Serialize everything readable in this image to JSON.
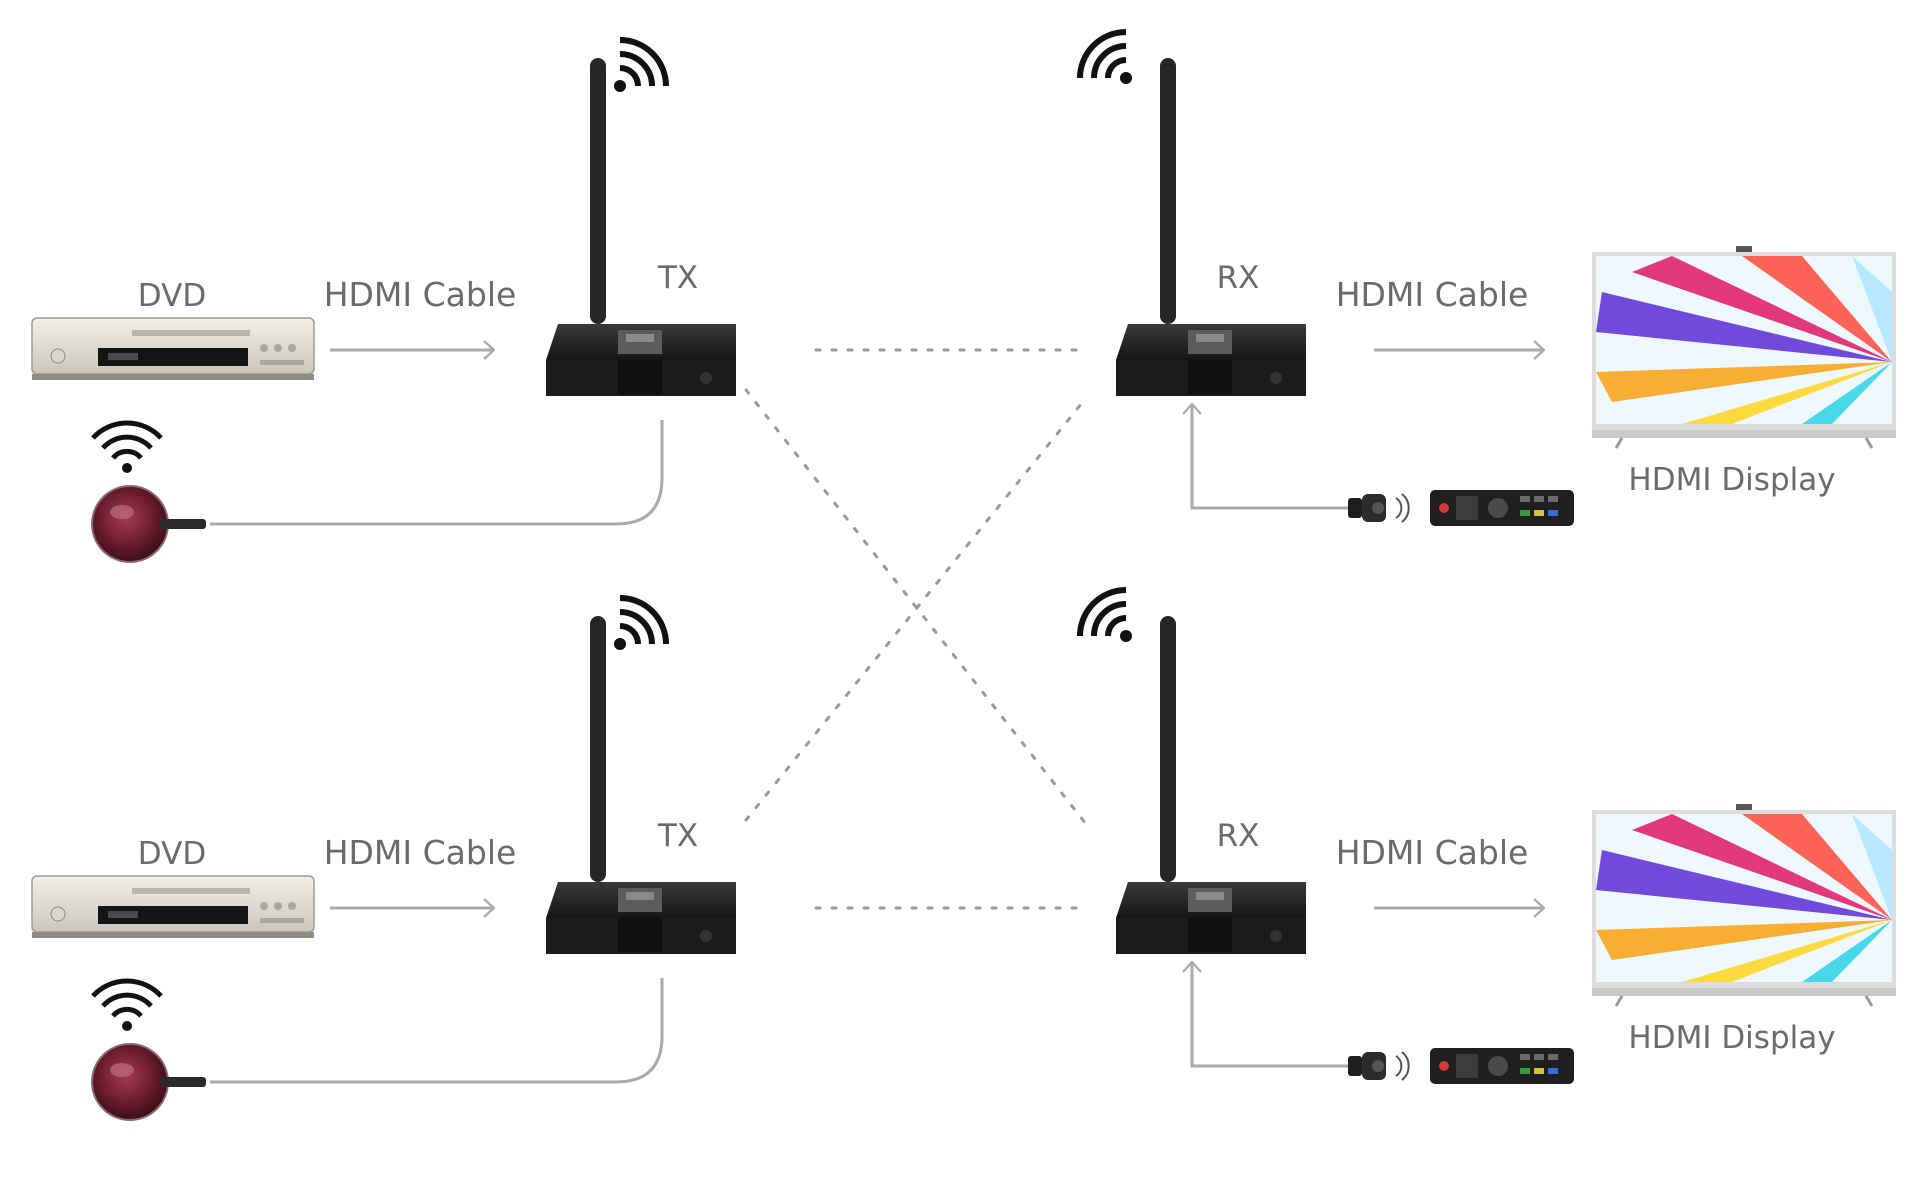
{
  "rows": [
    {
      "source_label": "DVD",
      "tx_cable_label": "HDMI Cable",
      "tx_label": "TX",
      "rx_label": "RX",
      "rx_cable_label": "HDMI Cable",
      "display_label": "HDMI Display"
    },
    {
      "source_label": "DVD",
      "tx_cable_label": "HDMI Cable",
      "tx_label": "TX",
      "rx_label": "RX",
      "rx_cable_label": "HDMI Cable",
      "display_label": "HDMI Display"
    }
  ],
  "colors": {
    "text": "#6b6b6b",
    "arrow": "#a9a9a9",
    "dotted_link": "#9a9a9a",
    "device_body": "#1c1c1c",
    "antenna": "#262626",
    "ir_ball": "#6e1e30",
    "screen_background": "#eef8ff"
  },
  "icons": {
    "source": "dvd-player-icon",
    "transmitter": "tx-unit-icon",
    "receiver": "rx-unit-icon",
    "wifi": "wifi-icon",
    "ir_sensor": "ir-receiver-icon",
    "remote": "remote-control-icon",
    "tv": "tv-icon"
  }
}
